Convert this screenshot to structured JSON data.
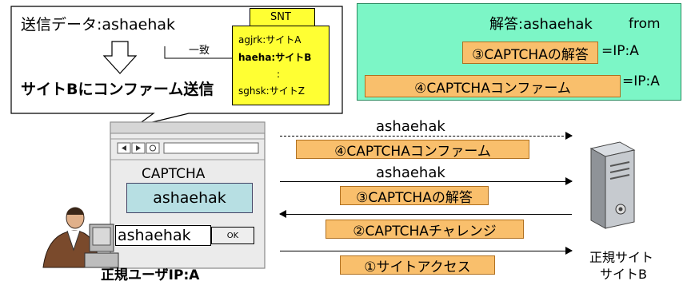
{
  "callout": {
    "send_data": "送信データ:ashaehak",
    "match": "一致",
    "send_confirm": "サイトBにコンファーム送信",
    "snt": {
      "title": "SNT",
      "rows": [
        "agjrk:サイトA",
        "haeha:サイトB",
        ":",
        "sghsk:サイトZ"
      ]
    }
  },
  "answer_box": {
    "answer": "解答:ashaehak",
    "from": "from",
    "item3": "③CAPTCHAの解答",
    "ip3": "=IP:A",
    "item4": "④CAPTCHAコンファーム",
    "ip4": "=IP:A"
  },
  "browser": {
    "captcha_label": "CAPTCHA",
    "captcha_image_text": "ashaehak",
    "input_value": "ashaehak",
    "ok_label": "OK"
  },
  "user_label": "正規ユーザIP:A",
  "server_label": "正規サイト\nサイトB",
  "flows": {
    "f4_text": "ashaehak",
    "f4_label": "④CAPTCHAコンファーム",
    "f3_text": "ashaehak",
    "f3_label": "③CAPTCHAの解答",
    "f2_label": "②CAPTCHAチャレンジ",
    "f1_label": "①サイトアクセス"
  },
  "colors": {
    "orange_fill": "#f9bf6c",
    "mint_fill": "#7cf6c6",
    "captcha_fill": "#b7dfe3",
    "snt_fill": "#ffff33"
  }
}
